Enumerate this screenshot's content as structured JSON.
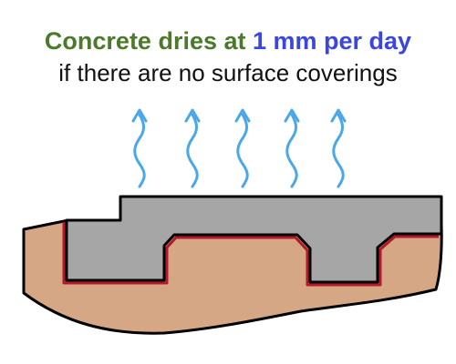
{
  "title": {
    "part1": "Concrete dries at ",
    "part2": "1 mm per day",
    "line2": "if there are no surface coverings"
  },
  "colors": {
    "part1": "#4b7a2a",
    "part2": "#3a46e0",
    "arrow": "#4aa8ea",
    "concrete": "#a6a6a6",
    "ground": "#d6a784",
    "membrane": "#b2182b",
    "outline": "#000000"
  },
  "icons": {
    "evaporation": "wavy-up-arrow-icon"
  }
}
